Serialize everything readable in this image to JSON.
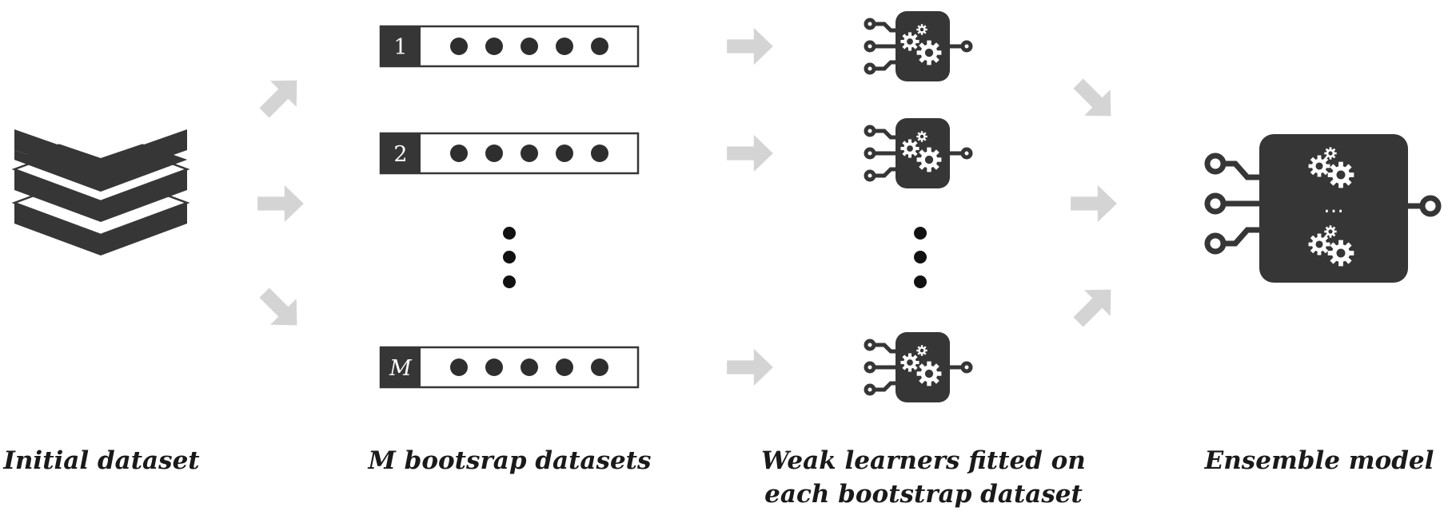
{
  "stages": {
    "initial": {
      "caption": "Initial dataset"
    },
    "bootstrap": {
      "caption": "M bootsrap datasets",
      "rows": [
        "1",
        "2",
        "M"
      ]
    },
    "learners": {
      "caption_line1": "Weak learners fitted on",
      "caption_line2": "each bootstrap dataset"
    },
    "ensemble": {
      "caption": "Ensemble model",
      "separator": "…"
    }
  },
  "icons": [
    "stacked-layers-icon",
    "arrow-icon",
    "chip-gears-icon",
    "vertical-ellipsis-icon"
  ],
  "colors": {
    "dark": "#363636",
    "arrow": "#d4d4d4",
    "dot": "#2e2e2e",
    "white": "#ffffff"
  }
}
